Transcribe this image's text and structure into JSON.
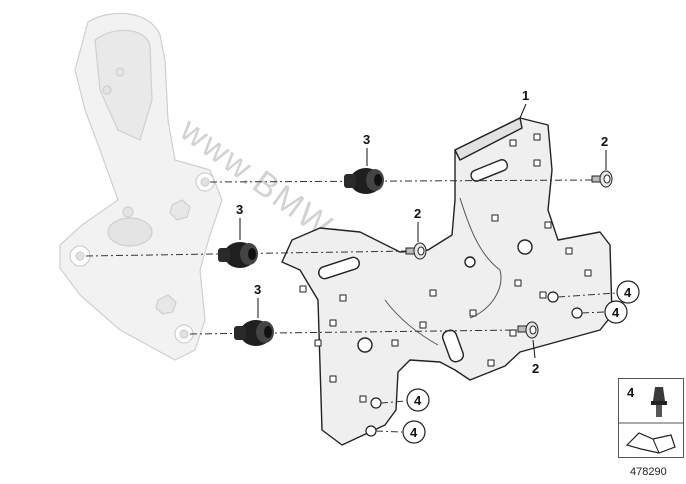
{
  "callouts": {
    "c1": "1",
    "c2a": "2",
    "c2b": "2",
    "c2c": "2",
    "c3a": "3",
    "c3b": "3",
    "c3c": "3",
    "c4a": "4",
    "c4b": "4",
    "c4c": "4",
    "c4d": "4"
  },
  "legend": {
    "number": "4"
  },
  "reference_number": "478290",
  "watermark": "www.BMWstore.pl",
  "colors": {
    "line": "#222222",
    "plate_fill": "#efefef",
    "bracket_fill": "#f2f2f2",
    "grommet": "#1f1f1f"
  }
}
